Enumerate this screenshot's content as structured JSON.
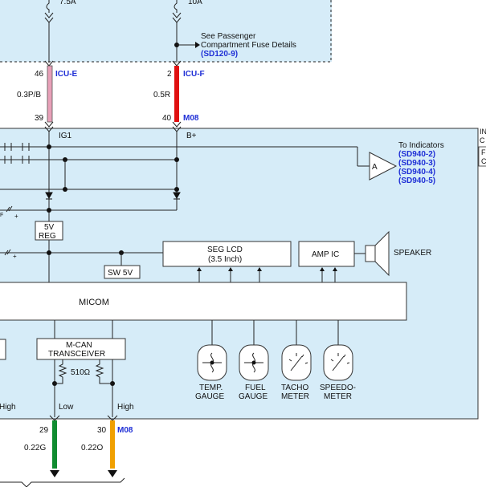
{
  "colors": {
    "panel": "#d6ecf8",
    "wire_pink": "#e8a0b8",
    "wire_red": "#e01010",
    "wire_green": "#108c30",
    "wire_orange": "#f0a000",
    "link_blue": "#1f2fd6"
  },
  "fuse": {
    "left_rating": "7.5A",
    "right_rating": "10A",
    "see_text_1": "See Passenger",
    "see_text_2": "Compartment Fuse Details",
    "see_ref": "(SD120-9)"
  },
  "connectors": {
    "icu_e": {
      "pin_top": "46",
      "name": "ICU-E",
      "wire": "0.3P/B",
      "pin_bottom": "39"
    },
    "icu_f": {
      "pin_top": "2",
      "name": "ICU-F",
      "wire": "0.5R",
      "pin_bottom": "40",
      "bottom_name": "M08"
    },
    "m08_low": {
      "pin": "29",
      "wire": "0.22G"
    },
    "m08_high": {
      "pin": "30",
      "name": "M08",
      "wire": "0.22O"
    }
  },
  "terminals": {
    "ig1": "IG1",
    "bplus": "B+"
  },
  "blocks": {
    "reg_line1": "5V",
    "reg_line2": "REG",
    "sw5v": "SW 5V",
    "seg_lcd_1": "SEG LCD",
    "seg_lcd_2": "(3.5 Inch)",
    "amp_ic": "AMP IC",
    "speaker": "SPEAKER",
    "micom": "MICOM",
    "mcan_1": "M-CAN",
    "mcan_2": "TRANSCEIVER",
    "resistor": "510Ω",
    "amp_a": "A"
  },
  "indicators": {
    "label": "To Indicators",
    "refs": [
      "(SD940-2)",
      "(SD940-3)",
      "(SD940-4)",
      "(SD940-5)"
    ]
  },
  "gauges": [
    {
      "line1": "TEMP.",
      "line2": "GAUGE"
    },
    {
      "line1": "FUEL",
      "line2": "GAUGE"
    },
    {
      "line1": "TACHO",
      "line2": "METER"
    },
    {
      "line1": "SPEEDO-",
      "line2": "METER"
    }
  ],
  "can_labels": {
    "left_high": "High",
    "low": "Low",
    "high": "High"
  },
  "edge_text": [
    "IN",
    "C",
    "F",
    "C"
  ],
  "left_marks": {
    "f_plus": "F",
    "plus": "+"
  }
}
